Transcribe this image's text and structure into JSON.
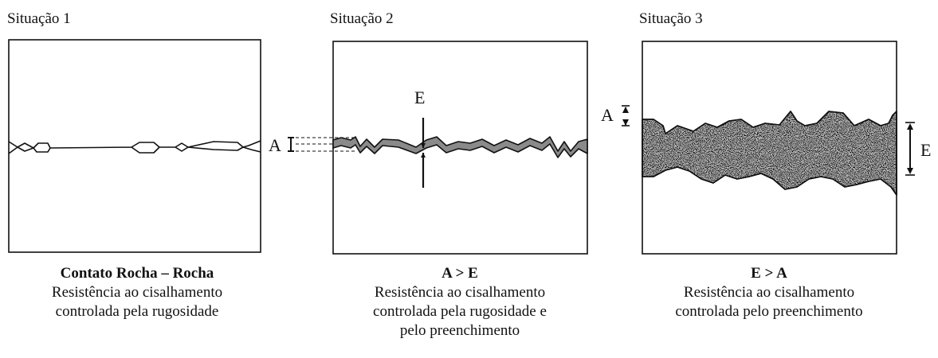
{
  "panels": [
    {
      "title": "Situação 1",
      "caption_bold": "Contato Rocha – Rocha",
      "caption_lines": [
        "Resistência ao cisalhamento",
        "controlada pela rugosidade"
      ]
    },
    {
      "title": "Situação 2",
      "caption_bold": "A > E",
      "caption_lines": [
        "Resistência ao cisalhamento",
        "controlada pela rugosidade e",
        "pelo preenchimento"
      ]
    },
    {
      "title": "Situação 3",
      "caption_bold": "E > A",
      "caption_lines": [
        "Resistência ao cisalhamento",
        "controlada pelo preenchimento"
      ]
    }
  ],
  "labels": {
    "amplitude": "A",
    "thickness": "E"
  }
}
